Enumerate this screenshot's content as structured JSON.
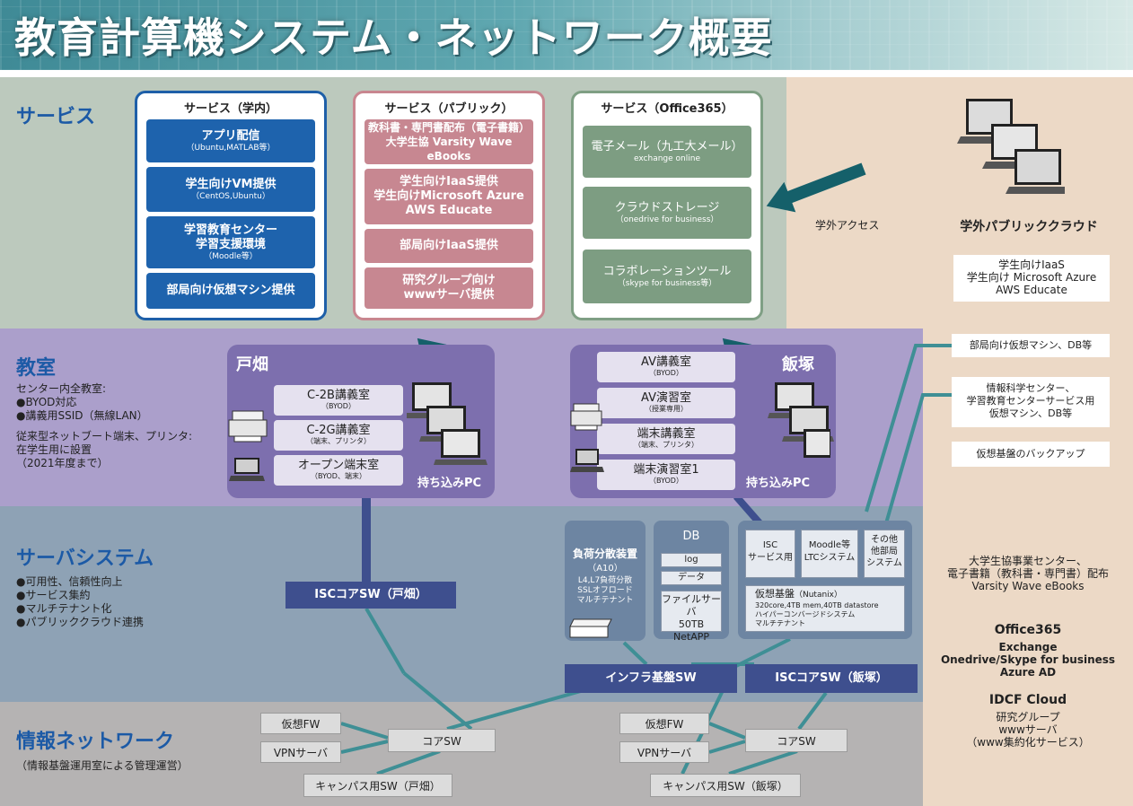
{
  "title": "教育計算機システム・ネットワーク概要",
  "sections": {
    "service": {
      "title": "サービス"
    },
    "classroom": {
      "title": "教室",
      "notes": [
        "センター内全教室:",
        "●BYOD対応",
        "●講義用SSID（無線LAN）",
        "",
        "従来型ネットブート端末、プリンタ:",
        "在学生用に設置",
        "（2021年度まで）"
      ]
    },
    "server": {
      "title": "サーバシステム",
      "notes": [
        "●可用性、信頼性向上",
        "●サービス集約",
        "●マルチテナント化",
        "●パブリッククラウド連携"
      ]
    },
    "network": {
      "title": "情報ネットワーク",
      "note": "（情報基盤運用室による管理運営）"
    }
  },
  "services": {
    "internal": {
      "title": "サービス（学内）",
      "items": [
        {
          "title": "アプリ配信",
          "sub": "（Ubuntu,MATLAB等）"
        },
        {
          "title": "学生向けVM提供",
          "sub": "（CentOS,Ubuntu）"
        },
        {
          "title": "学習教育センター\n学習支援環境",
          "sub": "（Moodle等）"
        },
        {
          "title": "部局向け仮想マシン提供",
          "sub": ""
        }
      ]
    },
    "public": {
      "title": "サービス（パブリック）",
      "items": [
        {
          "title": "教科書・専門書配布（電子書籍）\n大学生協 Varsity Wave eBooks"
        },
        {
          "title": "学生向けIaaS提供\n学生向けMicrosoft Azure\nAWS Educate"
        },
        {
          "title": "部局向けIaaS提供"
        },
        {
          "title": "研究グループ向け\nwwwサーバ提供"
        }
      ]
    },
    "office365": {
      "title": "サービス（Office365）",
      "items": [
        {
          "title": "電子メール（九工大メール）",
          "sub": "exchange online"
        },
        {
          "title": "クラウドストレージ",
          "sub": "（onedrive for business）"
        },
        {
          "title": "コラボレーションツール",
          "sub": "（skype for business等）"
        }
      ]
    }
  },
  "classrooms": {
    "tobata": {
      "name": "戸畑",
      "byod_label": "持ち込みPC",
      "rooms": [
        {
          "title": "C-2B講義室",
          "sub": "（BYOD）"
        },
        {
          "title": "C-2G講義室",
          "sub": "（端末、プリンタ）"
        },
        {
          "title": "オープン端末室",
          "sub": "（BYOD、端末）"
        }
      ]
    },
    "iizuka": {
      "name": "飯塚",
      "byod_label": "持ち込みPC",
      "rooms": [
        {
          "title": "AV講義室",
          "sub": "（BYOD）"
        },
        {
          "title": "AV演習室",
          "sub": "（授業専用）"
        },
        {
          "title": "端末講義室",
          "sub": "（端末、プリンタ）"
        },
        {
          "title": "端末演習室1",
          "sub": "（BYOD）"
        }
      ]
    }
  },
  "server_system": {
    "load_balancer": {
      "title": "負荷分散装置",
      "model": "（A10）",
      "details": [
        "L4,L7負荷分散",
        "SSLオフロード",
        "マルチテナント"
      ]
    },
    "db": {
      "title": "DB",
      "cells": [
        "log",
        "データ"
      ],
      "fileserver": [
        "ファイルサーバ",
        "50TB",
        "NetAPP"
      ]
    },
    "platform": {
      "cells": [
        "ISC\nサービス用",
        "Moodle等\nLTCシステム",
        "その他\n他部局\nシステム"
      ],
      "virtual_title": "仮想基盤",
      "virtual_vendor": "（Nutanix）",
      "virtual_details": [
        "320core,4TB mem,40TB datastore",
        "ハイパーコンバージドシステム",
        "マルチテナント"
      ]
    },
    "switches": {
      "isc_core_tobata": "ISCコアSW（戸畑）",
      "infra": "インフラ基盤SW",
      "isc_core_iizuka": "ISCコアSW（飯塚）"
    }
  },
  "network": {
    "tobata": {
      "fw": "仮想FW",
      "vpn": "VPNサーバ",
      "core": "コアSW",
      "campus": "キャンパス用SW（戸畑）"
    },
    "iizuka": {
      "fw": "仮想FW",
      "vpn": "VPNサーバ",
      "core": "コアSW",
      "campus": "キャンパス用SW（飯塚）"
    }
  },
  "external": {
    "access_label": "学外アクセス",
    "cloud_title": "学外パブリッククラウド",
    "cloud_services": "学生向けIaaS\n学生向け Microsoft Azure\nAWS Educate",
    "boxes": [
      "部局向け仮想マシン、DB等",
      "情報科学センター、\n学習教育センターサービス用\n仮想マシン、DB等",
      "仮想基盤のバックアップ"
    ],
    "coop": "大学生協事業センター、\n電子書籍（教科書・専門書）配布\nVarsity Wave eBooks",
    "office365_title": "Office365",
    "office365_items": "Exchange\nOnedrive/Skype for business\nAzure AD",
    "idcf_title": "IDCF Cloud",
    "idcf_items": "研究グループ\nwwwサーバ\n（www集約化サービス）"
  },
  "colors": {
    "title_blue": "#1c5aa6",
    "service_band": "#bcc9bd",
    "classroom_band": "#ab9fcb",
    "server_band": "#8ea2b5",
    "network_band": "#b5b3b3",
    "external_band": "#ecd9c6",
    "internal_service": "#1e63ad",
    "public_service": "#c78791",
    "office365_service": "#7d9d82",
    "switch": "#3e4f8e",
    "link": "#3f8f95",
    "arrow": "#15606a"
  },
  "icons": [
    "laptop-icon",
    "printer-icon",
    "terminal-icon",
    "server-appliance-icon",
    "arrow-icon"
  ]
}
